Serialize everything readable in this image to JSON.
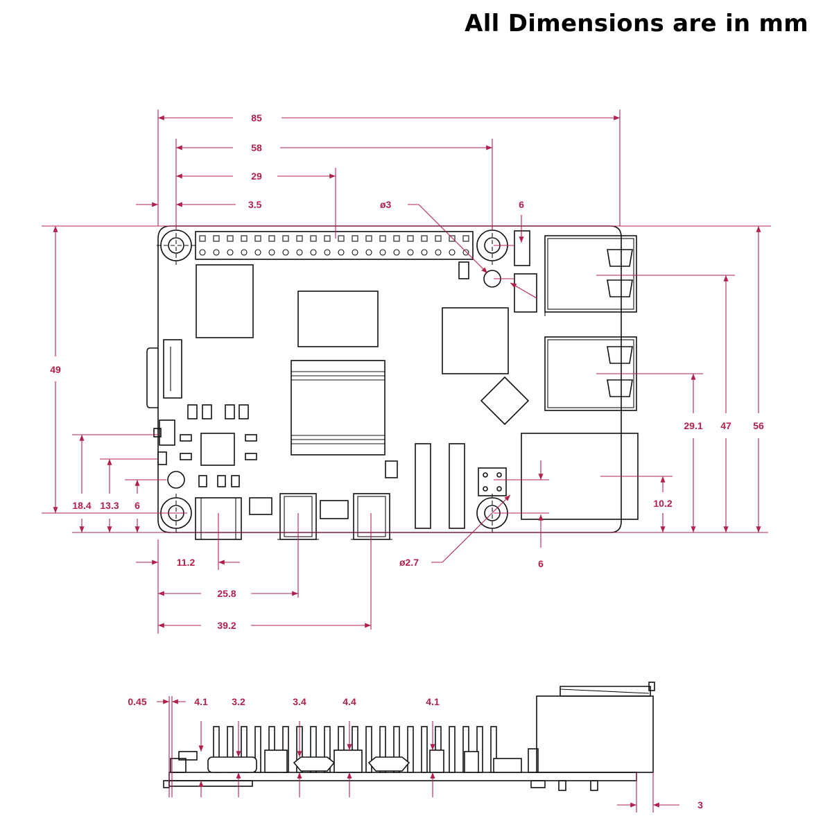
{
  "title": "All Dimensions are in mm",
  "colors": {
    "dimension": "#b0204a",
    "outline": "#111111",
    "background": "#ffffff"
  },
  "top_view": {
    "dimensions": {
      "overall_width": "85",
      "mount_hole_spacing_x": "58",
      "header_center": "29",
      "mount_hole_offset": "3.5",
      "hole_diameter": "ø3",
      "keepout_width": "6",
      "overall_height": "49",
      "usb_upper_center": "47",
      "board_height": "56",
      "usb_lower_center": "29.1",
      "ethernet_center": "10.2",
      "power_center_y": "18.4",
      "audio_center_y": "13.3",
      "led_offset_y": "6",
      "power_center_x": "11.2",
      "hdmi0_center_x": "25.8",
      "hdmi1_center_x": "39.2",
      "small_hole_diameter": "ø2.7",
      "poe_offset": "6"
    }
  },
  "side_view": {
    "dimensions": {
      "pcb_edge": "0.45",
      "power_offset": "4.1",
      "usb_c_height": "3.2",
      "hdmi0_height": "3.4",
      "gap_height": "4.4",
      "header_offset": "4.1",
      "overhang": "3"
    }
  }
}
